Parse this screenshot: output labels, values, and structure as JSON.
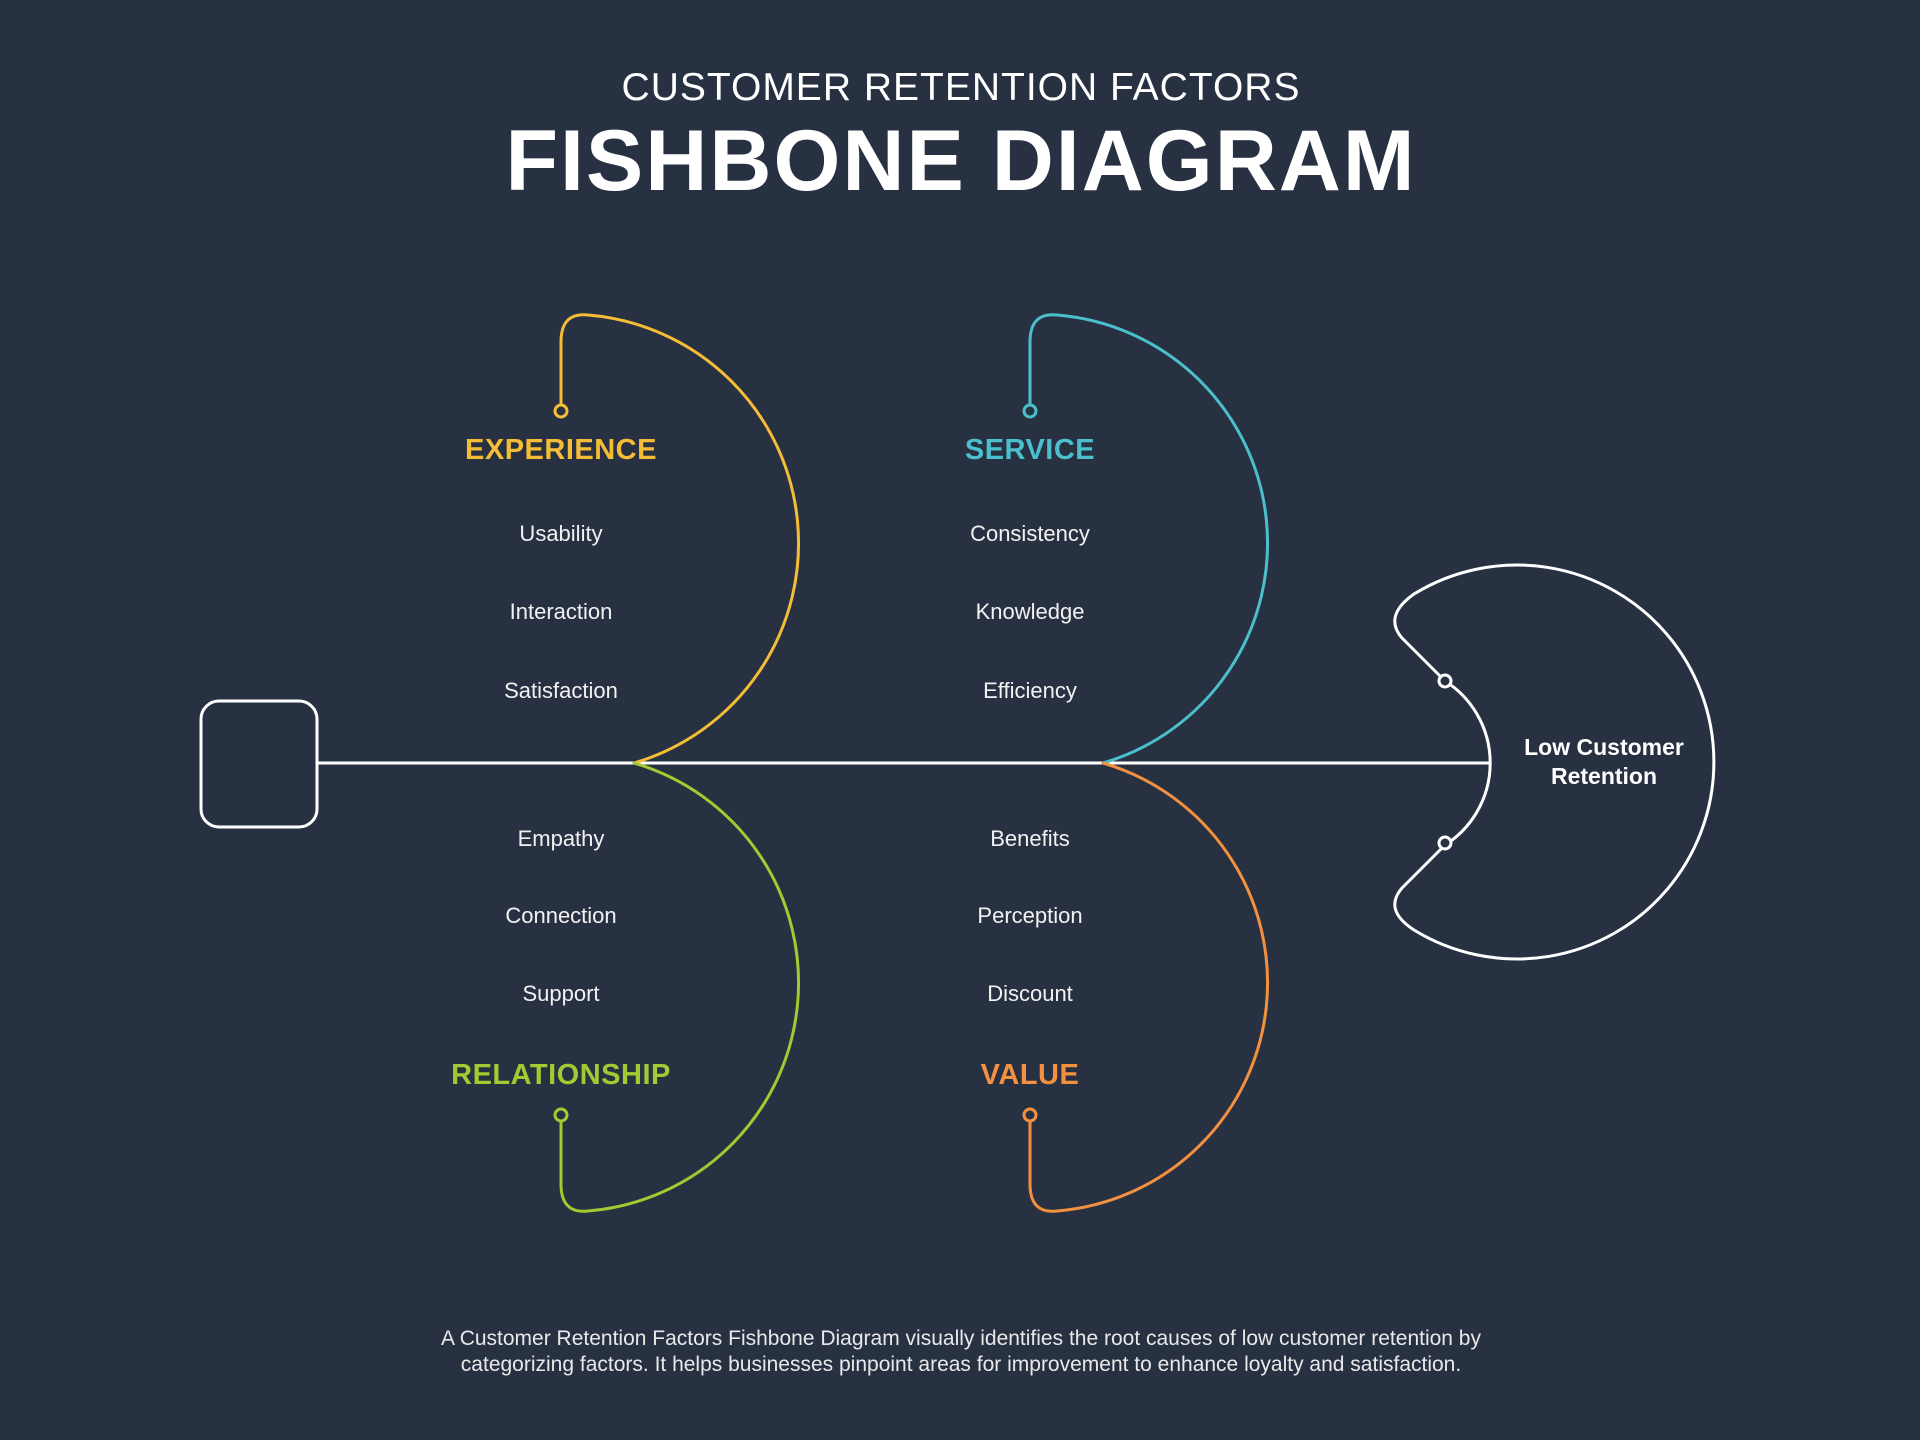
{
  "header": {
    "subtitle": "CUSTOMER RETENTION FACTORS",
    "title": "FISHBONE DIAGRAM"
  },
  "colors": {
    "background": "#283142",
    "experience": "#F5BD35",
    "service": "#4BBFCB",
    "relationship": "#A4C932",
    "value": "#F3913F",
    "spine": "#FFFFFF"
  },
  "effect": {
    "line1": "Low Customer",
    "line2": "Retention"
  },
  "categories": [
    {
      "label": "EXPERIENCE",
      "items": [
        "Usability",
        "Interaction",
        "Satisfaction"
      ]
    },
    {
      "label": "SERVICE",
      "items": [
        "Consistency",
        "Knowledge",
        "Efficiency"
      ]
    },
    {
      "label": "RELATIONSHIP",
      "items": [
        "Empathy",
        "Connection",
        "Support"
      ]
    },
    {
      "label": "VALUE",
      "items": [
        "Benefits",
        "Perception",
        "Discount"
      ]
    }
  ],
  "footer": {
    "line1": "A Customer Retention Factors Fishbone Diagram visually identifies the root causes of low customer retention by",
    "line2": "categorizing factors. It helps businesses pinpoint areas for improvement to enhance loyalty and satisfaction."
  }
}
